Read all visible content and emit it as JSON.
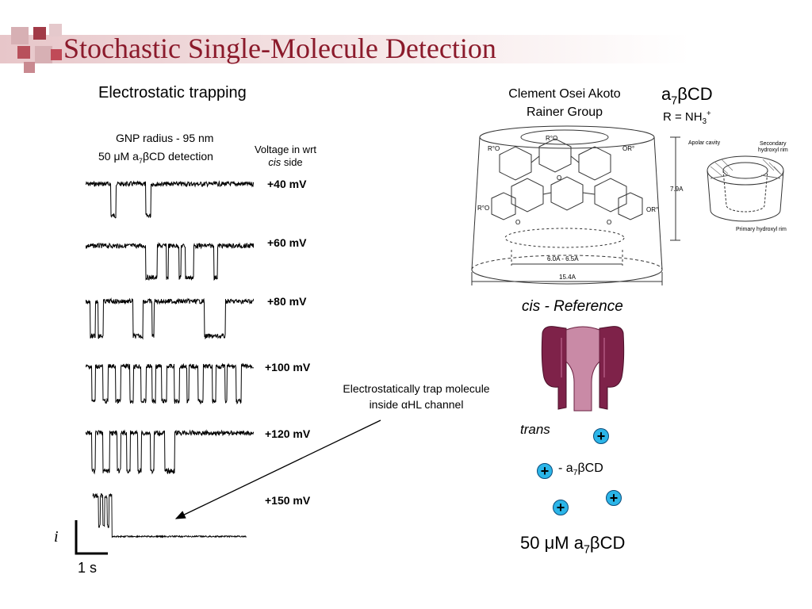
{
  "slide": {
    "title": "Stochastic Single-Molecule Detection",
    "theme_color": "#8b1a2b"
  },
  "left_panel": {
    "heading": "Electrostatic trapping",
    "gnp_radius": "GNP radius - 95 nm",
    "concentration_prefix": "50 ",
    "concentration_mu": "μ",
    "concentration_mid": "M a",
    "concentration_sub": "7",
    "concentration_beta": "β",
    "concentration_suffix": "CD detection",
    "voltage_header_line1": "Voltage in wrt",
    "voltage_header_cis": "cis",
    "voltage_header_side": " side",
    "voltages": [
      "+40 mV",
      "+60 mV",
      "+80 mV",
      "+100 mV",
      "+120 mV",
      "+150 mV"
    ],
    "scale_current": "i",
    "scale_time": "1 s"
  },
  "annotation": {
    "line1": "Electrostatically trap molecule",
    "line2_prefix": "inside ",
    "line2_alpha": "α",
    "line2_suffix": "HL channel"
  },
  "right_panel": {
    "author_line1": "Clement Osei Akoto",
    "author_line2": "Rainer Group",
    "molecule_a": "a",
    "molecule_sub": "7",
    "molecule_beta": "β",
    "molecule_cd": "CD",
    "r_group_prefix": "R = NH",
    "r_group_sub": "3",
    "r_group_sup": "+",
    "diagram_labels": {
      "apolar": "Apolar cavity",
      "secondary": "Secondary",
      "hydroxyl_rim": "hydroxyl rim",
      "primary": "Primary hydroxyl rim",
      "height": "7.9A",
      "inner_width": "6.0A - 6.5A",
      "outer_width": "15.4A",
      "r_o": "R°O",
      "o_r": "OR°",
      "o": "O"
    },
    "cis_label": "cis - Reference",
    "trans_label": "trans",
    "ion_symbol": "+",
    "legend_prefix": " - a",
    "legend_sub": "7",
    "legend_beta": "β",
    "legend_cd": "CD",
    "bottom_prefix": "50 ",
    "bottom_mu": "μ",
    "bottom_mid": "M a",
    "bottom_sub": "7",
    "bottom_beta": "β",
    "bottom_cd": "CD",
    "ion_color": "#2bb5e8",
    "channel_color": "#8c2b52"
  }
}
